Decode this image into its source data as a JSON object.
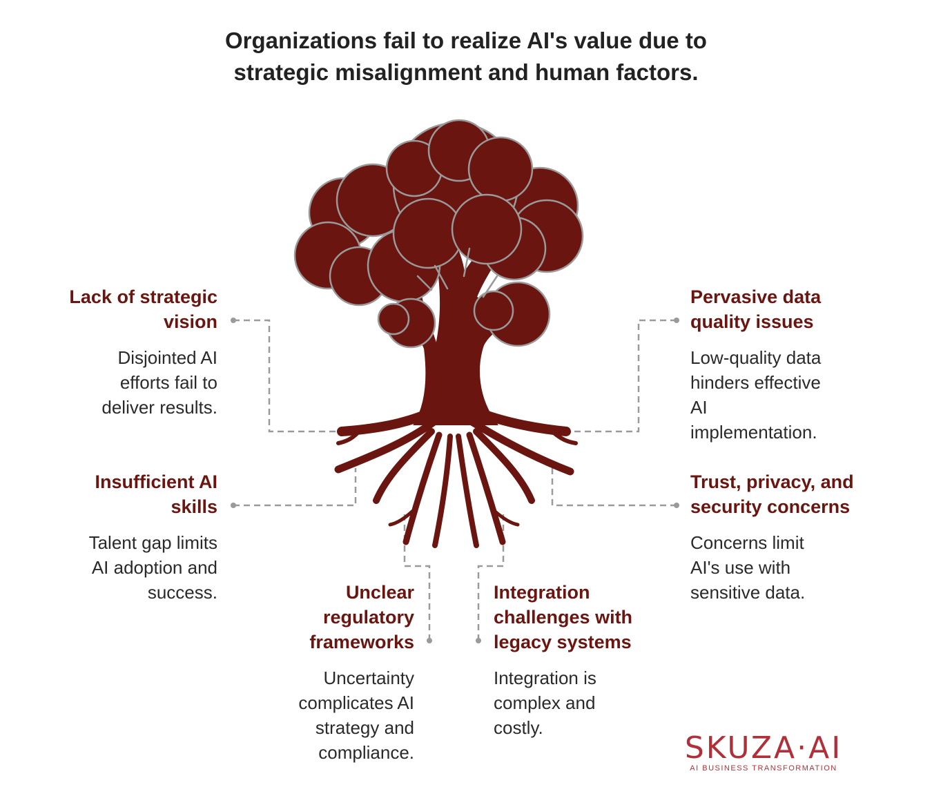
{
  "title": {
    "line1": "Organizations fail to realize AI's value due to",
    "line2": "strategic misalignment and human factors."
  },
  "colors": {
    "tree": "#6b1510",
    "outline": "#9a9a9a",
    "heading": "#6b1510",
    "text": "#2a2a2a",
    "logo": "#b0303a"
  },
  "factors": [
    {
      "heading": [
        "Lack of strategic",
        "vision"
      ],
      "description": [
        "Disjointed AI",
        "efforts fail to",
        "deliver results."
      ]
    },
    {
      "heading": [
        "Pervasive data",
        "quality issues"
      ],
      "description": [
        "Low-quality data",
        "hinders effective",
        "AI",
        "implementation."
      ]
    },
    {
      "heading": [
        "Insufficient AI",
        "skills"
      ],
      "description": [
        "Talent gap limits",
        "AI adoption and",
        "success."
      ]
    },
    {
      "heading": [
        "Trust, privacy, and",
        "security concerns"
      ],
      "description": [
        "Concerns limit",
        "AI's use with",
        "sensitive data."
      ]
    },
    {
      "heading": [
        "Unclear",
        "regulatory",
        "frameworks"
      ],
      "description": [
        "Uncertainty",
        "complicates AI",
        "strategy and",
        "compliance."
      ]
    },
    {
      "heading": [
        "Integration",
        "challenges with",
        "legacy systems"
      ],
      "description": [
        "Integration is",
        "complex and",
        "costly."
      ]
    }
  ],
  "logo": {
    "name": "SKUZA·AI",
    "tagline": "AI BUSINESS TRANSFORMATION"
  }
}
